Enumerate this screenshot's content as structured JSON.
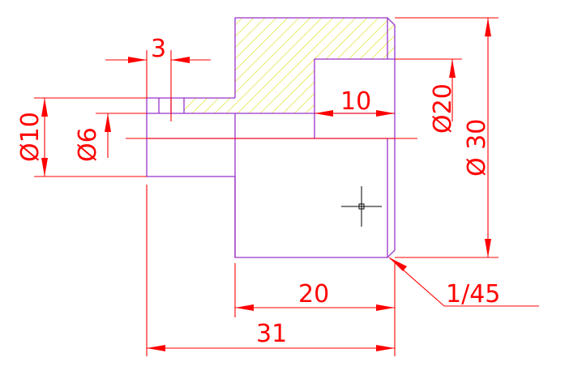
{
  "dimensions": {
    "step_width": "3",
    "bore_depth": "10",
    "bore_diameter": "Ø20",
    "outer_diameter": "Ø 30",
    "shaft_diameter": "Ø10",
    "hole_diameter": "Ø6",
    "body_length": "20",
    "total_length": "31",
    "chamfer": "1/45"
  },
  "colors": {
    "profile": "#9933cc",
    "dimension": "#ff0000",
    "hatch": "#e6e64d",
    "background": "#ffffff"
  },
  "icons": {
    "cursor": "crosshair-cursor-icon"
  }
}
